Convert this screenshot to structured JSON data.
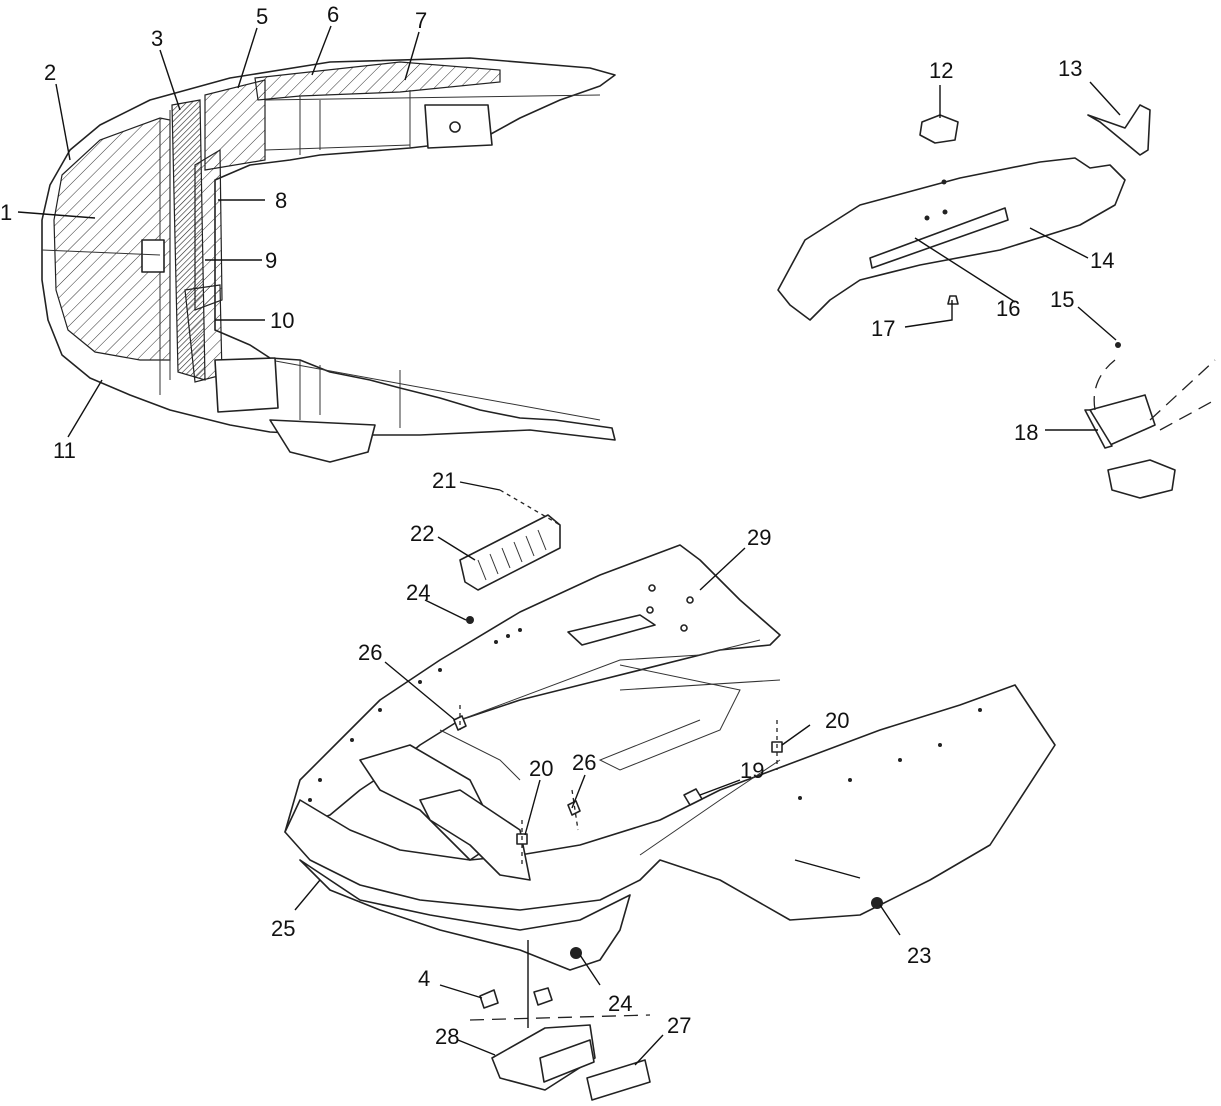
{
  "callouts": [
    {
      "id": "c1",
      "text": "1"
    },
    {
      "id": "c2",
      "text": "2"
    },
    {
      "id": "c3",
      "text": "3"
    },
    {
      "id": "c4",
      "text": "4"
    },
    {
      "id": "c5",
      "text": "5"
    },
    {
      "id": "c6",
      "text": "6"
    },
    {
      "id": "c7",
      "text": "7"
    },
    {
      "id": "c8",
      "text": "8"
    },
    {
      "id": "c9",
      "text": "9"
    },
    {
      "id": "c10",
      "text": "10"
    },
    {
      "id": "c11",
      "text": "11"
    },
    {
      "id": "c12",
      "text": "12"
    },
    {
      "id": "c13",
      "text": "13"
    },
    {
      "id": "c14",
      "text": "14"
    },
    {
      "id": "c15",
      "text": "15"
    },
    {
      "id": "c16",
      "text": "16"
    },
    {
      "id": "c17",
      "text": "17"
    },
    {
      "id": "c18",
      "text": "18"
    },
    {
      "id": "c19",
      "text": "19"
    },
    {
      "id": "c20a",
      "text": "20"
    },
    {
      "id": "c20b",
      "text": "20"
    },
    {
      "id": "c21",
      "text": "21"
    },
    {
      "id": "c22",
      "text": "22"
    },
    {
      "id": "c23",
      "text": "23"
    },
    {
      "id": "c24a",
      "text": "24"
    },
    {
      "id": "c24b",
      "text": "24"
    },
    {
      "id": "c25",
      "text": "25"
    },
    {
      "id": "c26a",
      "text": "26"
    },
    {
      "id": "c26b",
      "text": "26"
    },
    {
      "id": "c27",
      "text": "27"
    },
    {
      "id": "c28",
      "text": "28"
    },
    {
      "id": "c29",
      "text": "29"
    }
  ]
}
